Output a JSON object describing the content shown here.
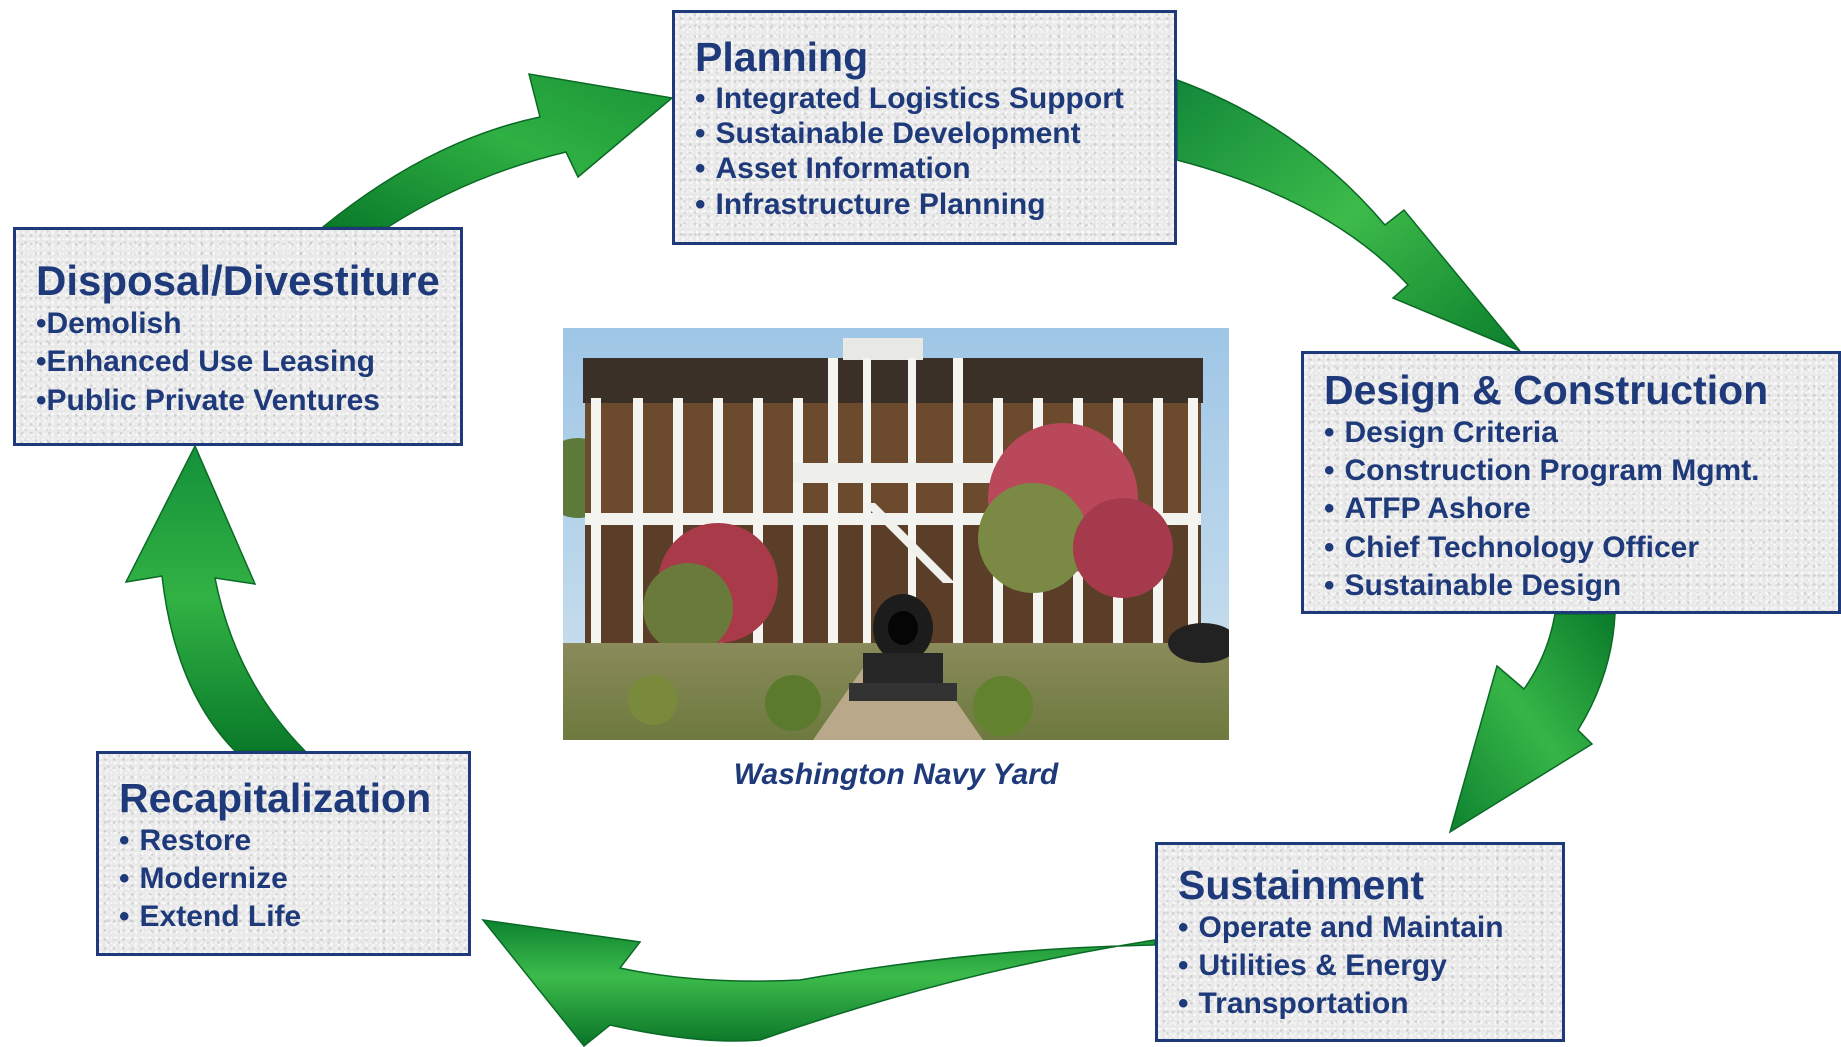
{
  "stages": {
    "planning": {
      "title": "Planning",
      "items": [
        "Integrated Logistics Support",
        "Sustainable Development",
        "Asset Information",
        "Infrastructure Planning"
      ]
    },
    "design": {
      "title": "Design & Construction",
      "items": [
        "Design Criteria",
        "Construction Program Mgmt.",
        "ATFP Ashore",
        "Chief Technology Officer",
        "Sustainable Design"
      ]
    },
    "sustainment": {
      "title": "Sustainment",
      "items": [
        "Operate and Maintain",
        "Utilities & Energy",
        "Transportation"
      ]
    },
    "recap": {
      "title": "Recapitalization",
      "items": [
        "Restore",
        "Modernize",
        "Extend Life"
      ]
    },
    "disposal": {
      "title": "Disposal/Divestiture",
      "items": [
        "Demolish",
        "Enhanced Use Leasing",
        "Public Private Ventures"
      ]
    }
  },
  "photo": {
    "caption": "Washington Navy Yard"
  },
  "colors": {
    "text": "#1f3a7a",
    "arrow_light": "#3dbb4a",
    "arrow_dark": "#0a7a2a",
    "box_border": "#1f3a7a"
  }
}
